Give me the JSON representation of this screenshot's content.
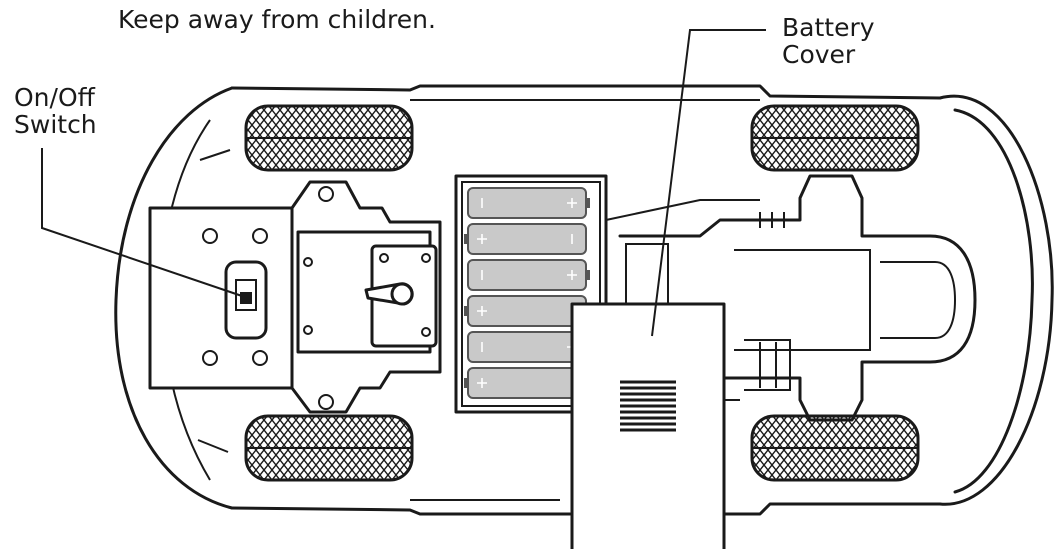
{
  "labels": {
    "warning": "Keep away from children.",
    "on_off_switch": [
      "On/Off",
      "Switch"
    ],
    "battery_cover": [
      "Battery",
      "Cover"
    ]
  },
  "battery_compartment": {
    "cell_count": 6
  }
}
